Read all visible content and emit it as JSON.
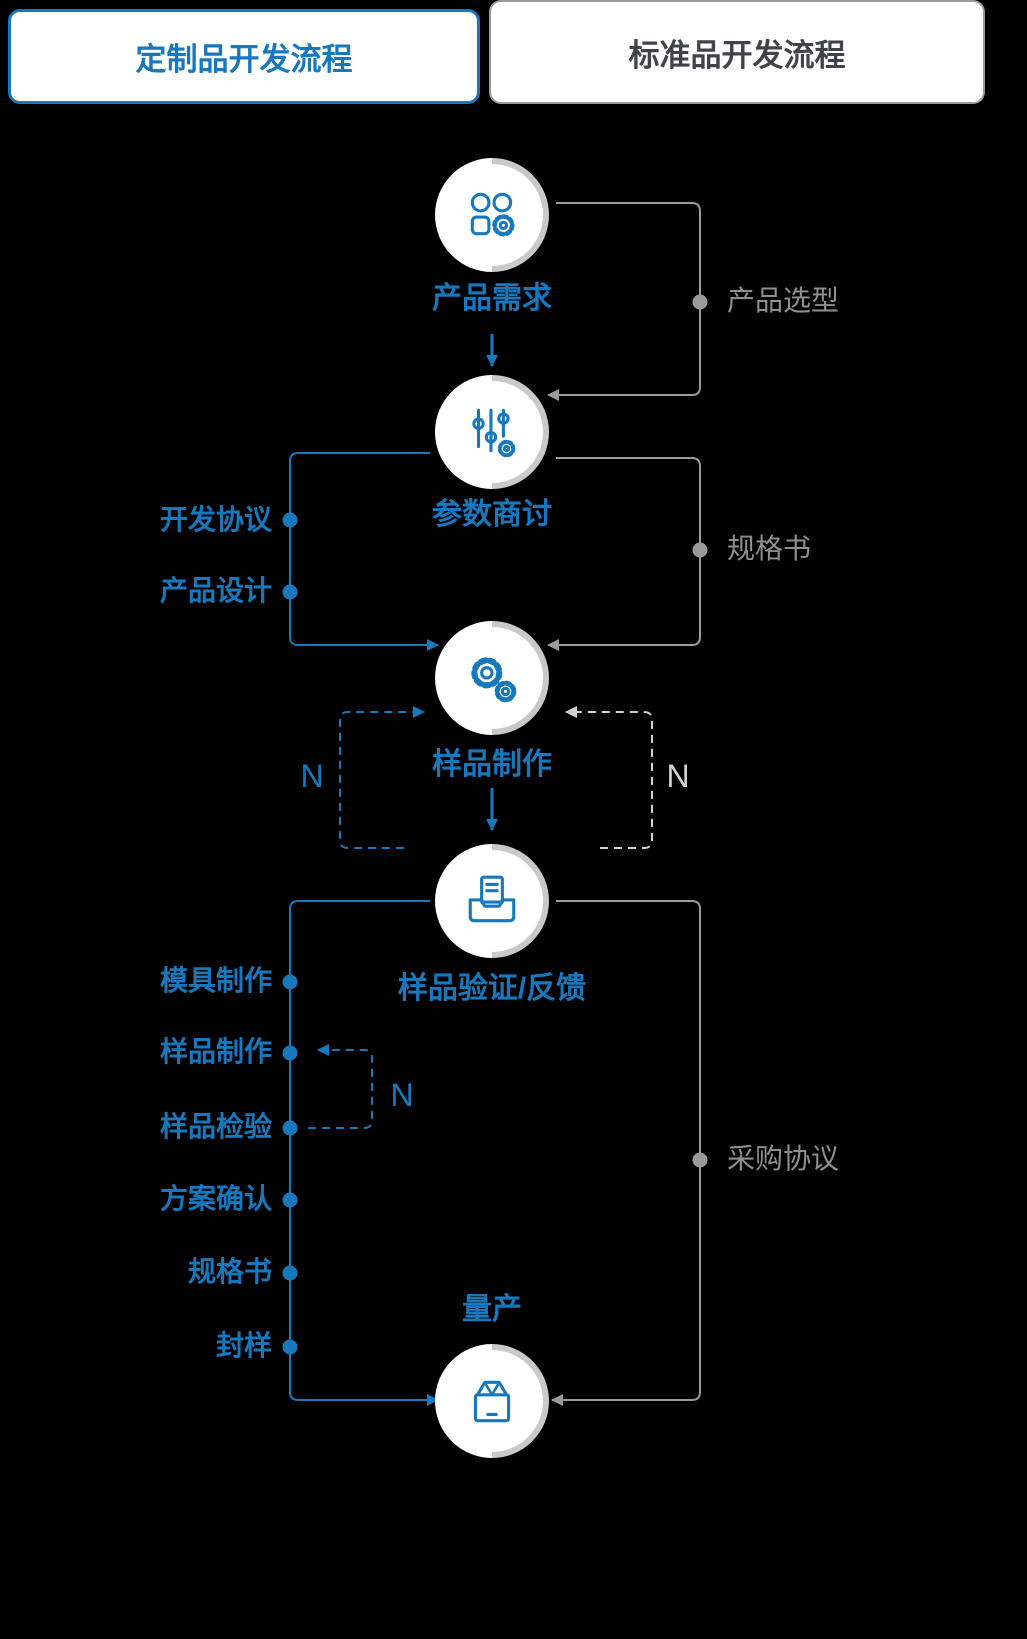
{
  "header": {
    "custom_flow_title": "定制品开发流程",
    "standard_flow_title": "标准品开发流程"
  },
  "nodes": [
    {
      "id": "product-requirements",
      "label": "产品需求",
      "icon": "clover-gear-icon"
    },
    {
      "id": "parameter-discussion",
      "label": "参数商讨",
      "icon": "sliders-icon"
    },
    {
      "id": "sample-production",
      "label": "样品制作",
      "icon": "gears-icon"
    },
    {
      "id": "sample-verification",
      "label": "样品验证/反馈",
      "icon": "document-tray-icon"
    },
    {
      "id": "mass-production",
      "label": "量产",
      "icon": "package-icon"
    }
  ],
  "custom_flow_steps_1": [
    "开发协议",
    "产品设计"
  ],
  "custom_flow_steps_2": [
    "模具制作",
    "样品制作",
    "样品检验",
    "方案确认",
    "规格书",
    "封样"
  ],
  "standard_flow_milestones": [
    "产品选型",
    "规格书",
    "采购协议"
  ],
  "loops": {
    "sample_left_n": "N",
    "sample_right_n": "N",
    "inspection_n": "N"
  },
  "colors": {
    "accent_blue": "#1778BE",
    "neutral_gray_line": "#9A9A9A",
    "neutral_gray_text": "#8F8F8F",
    "light_gray_dash": "#D3D3D3",
    "ring_gray": "#C9C9C9",
    "header_dark": "#3F444C",
    "background": "#000000"
  }
}
